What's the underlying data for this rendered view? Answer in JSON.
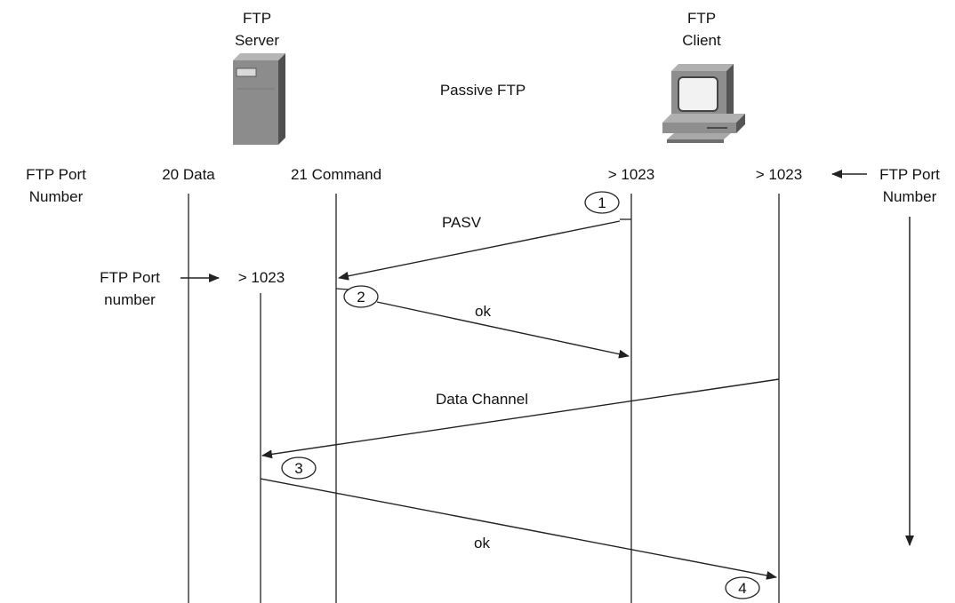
{
  "title": "Passive FTP",
  "server": {
    "label_line1": "FTP",
    "label_line2": "Server",
    "icon": "server-tower-icon"
  },
  "client": {
    "label_line1": "FTP",
    "label_line2": "Client",
    "icon": "desktop-computer-icon"
  },
  "ports": {
    "left_label_line1": "FTP Port",
    "left_label_line2": "Number",
    "right_label_line1": "FTP Port",
    "right_label_line2": "Number",
    "server_data": "20 Data",
    "server_command": "21 Command",
    "client_command": "> 1023",
    "client_data": "> 1023",
    "server_passive_label_line1": "FTP Port",
    "server_passive_label_line2": "number",
    "server_passive": "> 1023"
  },
  "messages": [
    {
      "step": "1",
      "label": "PASV"
    },
    {
      "step": "2",
      "label": "ok"
    },
    {
      "step": "",
      "label": "Data Channel"
    },
    {
      "step": "3",
      "label": ""
    },
    {
      "step": "4",
      "label": "ok"
    }
  ],
  "colors": {
    "line": "#222222",
    "device_gray": "#8a8a8a",
    "device_dark": "#5a5a5a"
  }
}
